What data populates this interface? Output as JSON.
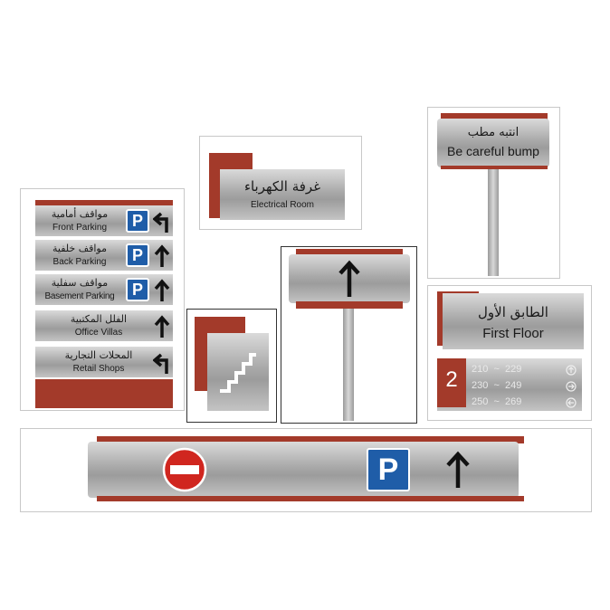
{
  "directory": {
    "rows": [
      {
        "ar": "مواقف أمامية",
        "en": "Front Parking",
        "parking": "P",
        "arrow": "turn-left"
      },
      {
        "ar": "مواقف خلفية",
        "en": "Back Parking",
        "parking": "P",
        "arrow": "up"
      },
      {
        "ar": "مواقف سفلية",
        "en": "Basement Parking",
        "parking": "P",
        "arrow": "up"
      },
      {
        "ar": "الفلل المكتبية",
        "en": "Office Villas",
        "parking": "",
        "arrow": "up"
      },
      {
        "ar": "المحلات التجارية",
        "en": "Retail Shops",
        "parking": "",
        "arrow": "turn-left"
      }
    ]
  },
  "electrical": {
    "ar": "غرفة الكهرباء",
    "en": "Electrical  Room"
  },
  "bump": {
    "ar": "انتبه مطب",
    "en": "Be careful bump"
  },
  "floor": {
    "ar": "الطابق الأول",
    "en": "First Floor"
  },
  "rooms": {
    "number": "2",
    "rows": [
      {
        "range": "210  ~  229",
        "icon": "up"
      },
      {
        "range": "230  ~  249",
        "icon": "right"
      },
      {
        "range": "250  ~  269",
        "icon": "left"
      }
    ]
  },
  "overhead": {
    "parking": "P"
  },
  "colors": {
    "accent_red": "#a33a2a",
    "parking_blue": "#1f5da8",
    "steel": "#a9a9a9",
    "no_entry_red": "#d0261f"
  }
}
